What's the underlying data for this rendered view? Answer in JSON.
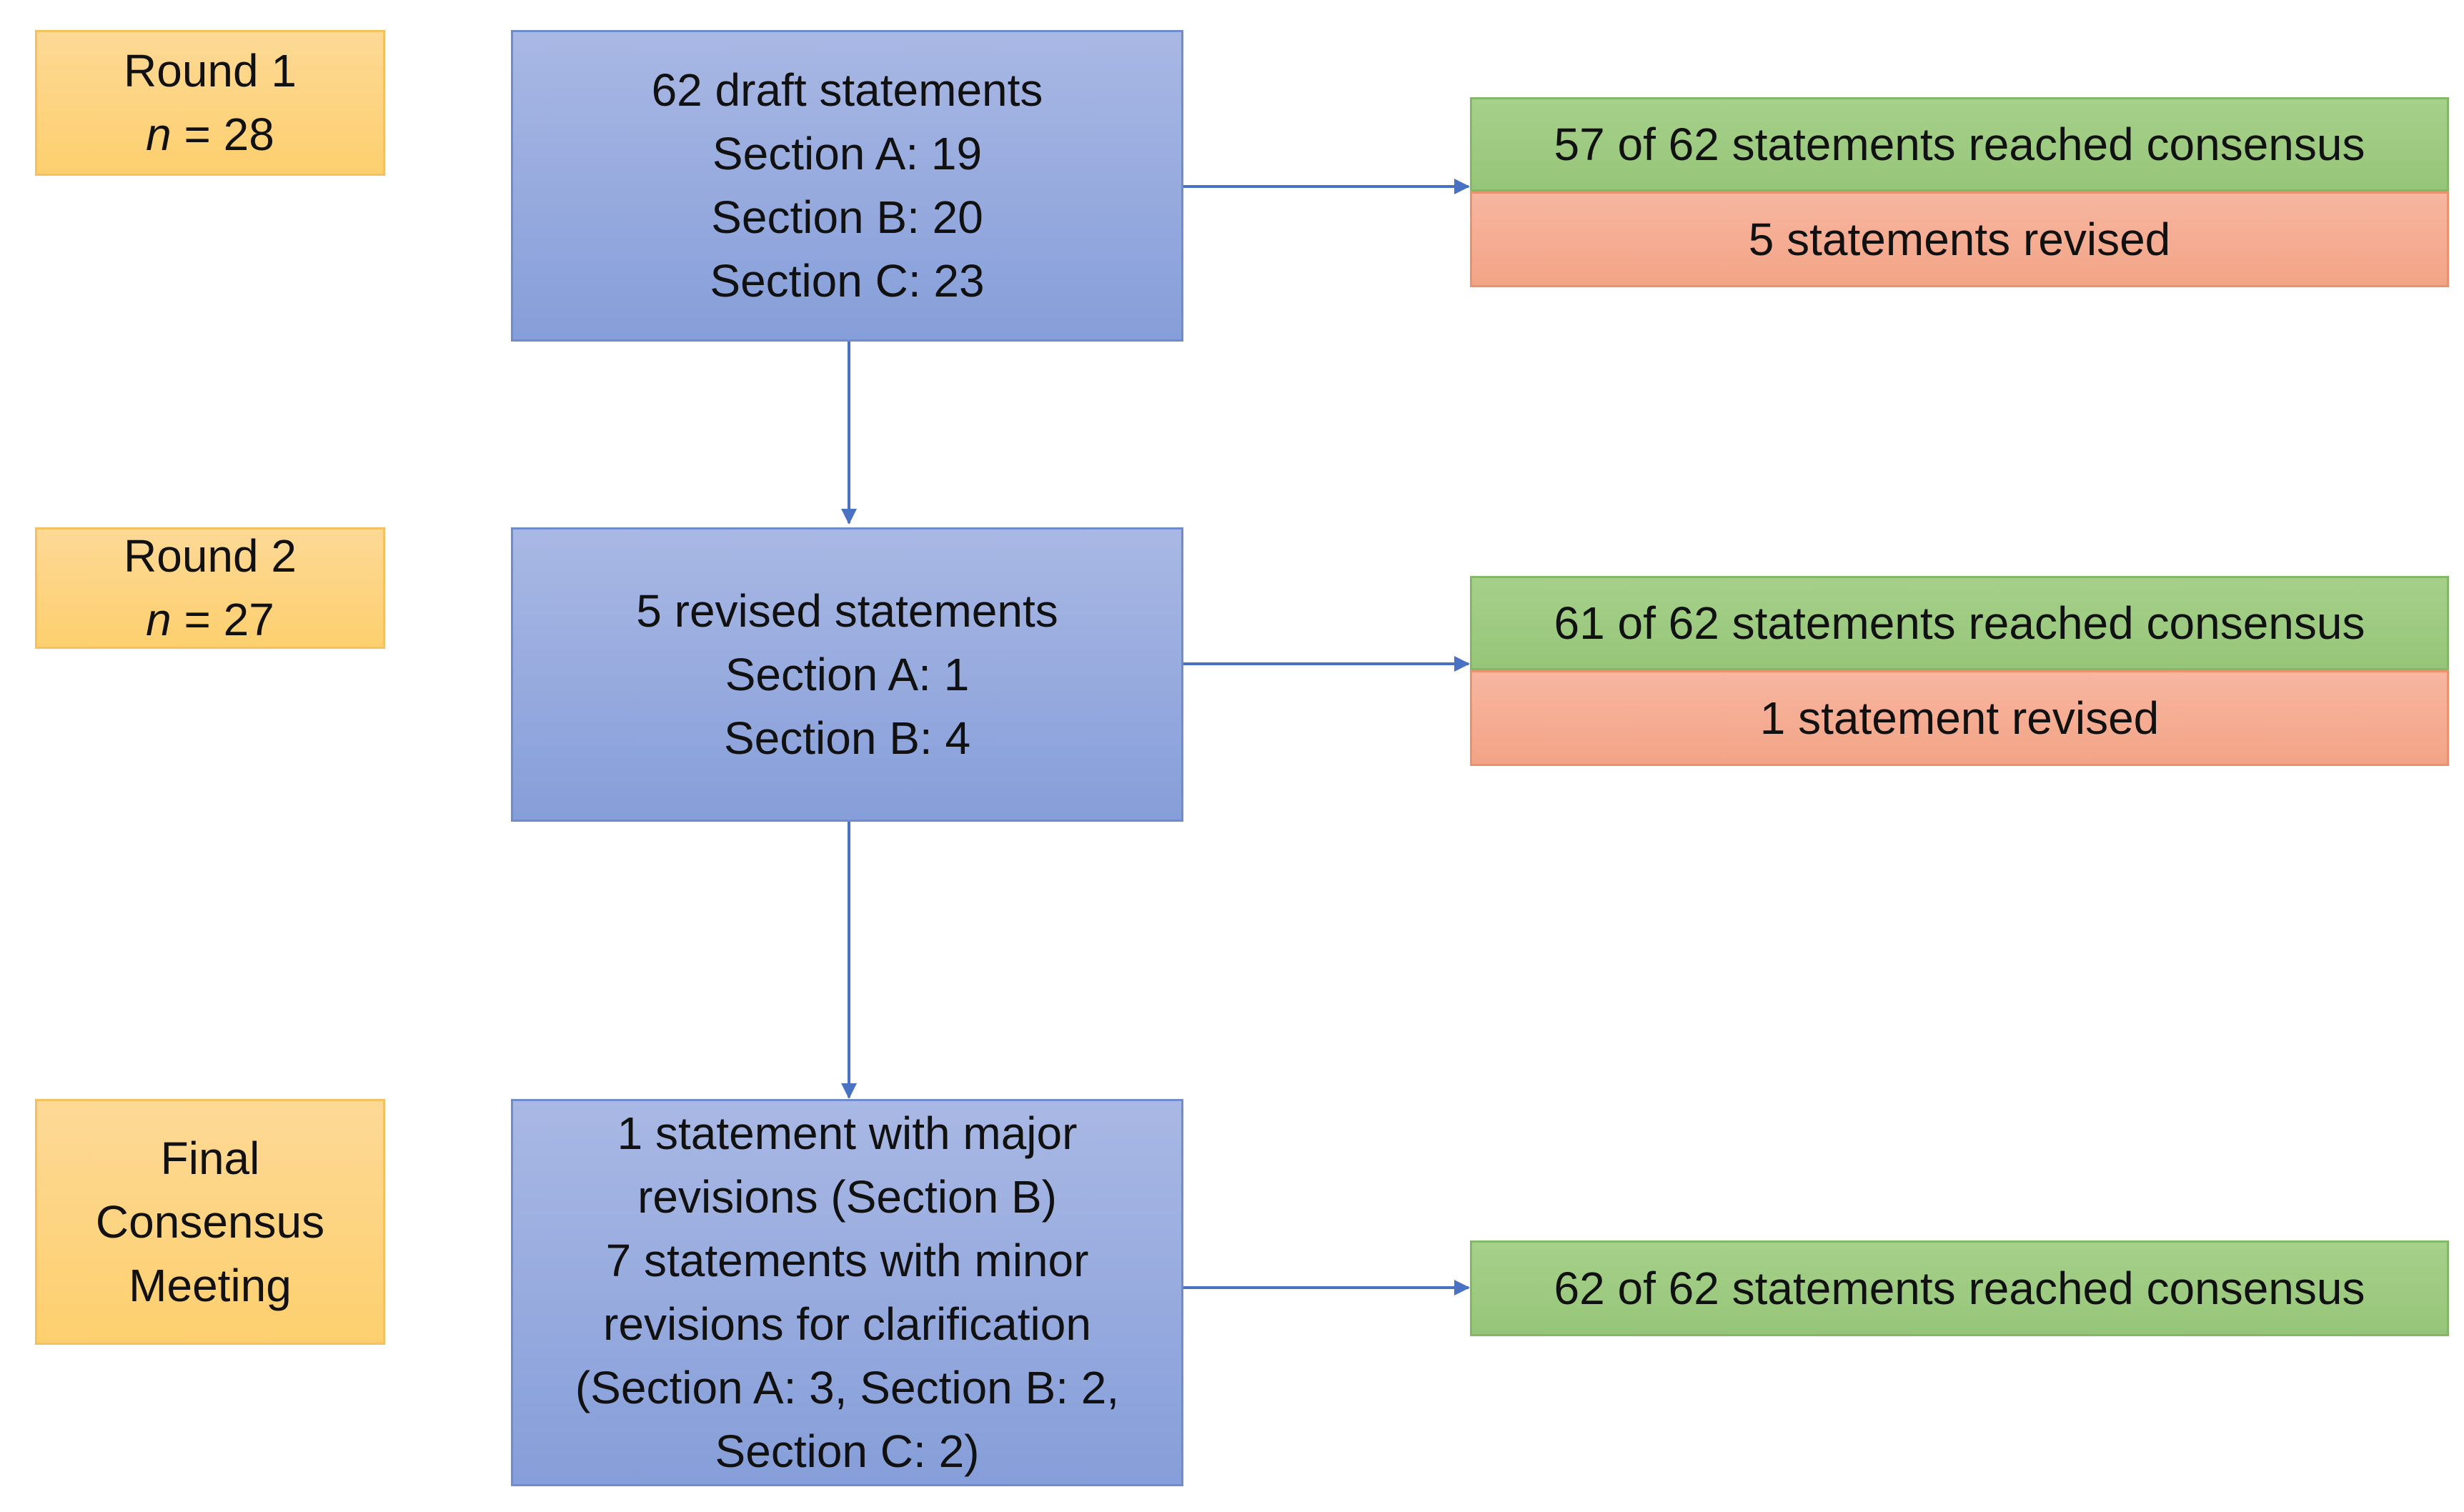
{
  "rounds": [
    {
      "label": "Round 1",
      "n_symbol": "n",
      "n_suffix": " = 28"
    },
    {
      "label": "Round 2",
      "n_symbol": "n",
      "n_suffix": " = 27"
    },
    {
      "lines": [
        "Final",
        "Consensus",
        "Meeting"
      ]
    }
  ],
  "stages": [
    {
      "lines": [
        "62 draft statements",
        "Section A: 19",
        "Section B: 20",
        "Section C: 23"
      ]
    },
    {
      "lines": [
        "5 revised statements",
        "Section A: 1",
        "Section B: 4"
      ]
    },
    {
      "lines": [
        "1 statement with major",
        "revisions (Section B)",
        "7 statements with minor",
        "revisions for clarification",
        "(Section A: 3, Section B: 2,",
        "Section C: 2)"
      ]
    }
  ],
  "results": [
    {
      "consensus": "57 of 62 statements reached consensus",
      "revised": "5 statements revised"
    },
    {
      "consensus": "61 of 62 statements reached consensus",
      "revised": "1 statement revised"
    },
    {
      "consensus": "62 of 62 statements reached consensus"
    }
  ],
  "colors": {
    "round_fill": "#fdd27a",
    "stage_fill": "#8fa6dc",
    "consensus_fill": "#9dcb80",
    "revised_fill": "#f5ad90",
    "connector": "#4a72c4"
  }
}
